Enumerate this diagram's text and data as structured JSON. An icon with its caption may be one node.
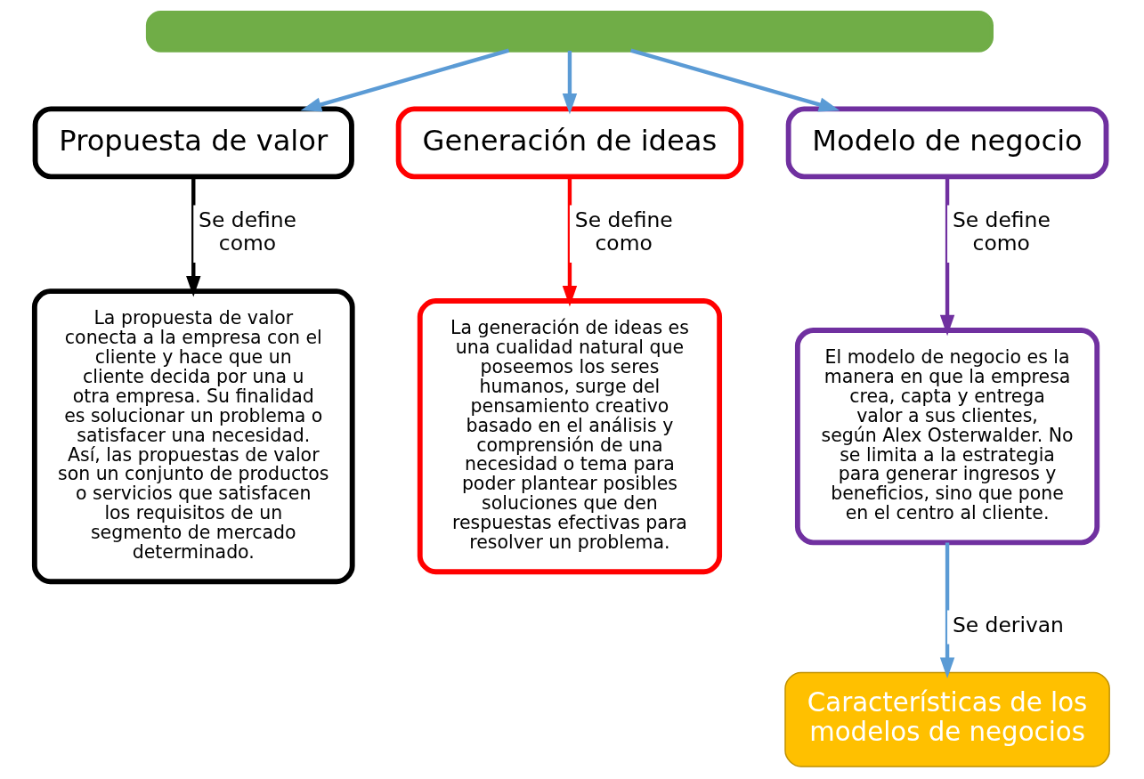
{
  "diagram": {
    "nodes": [
      {
        "text": [],
        "shape": "box"
      },
      {
        "text": [
          "Propuesta de valor"
        ]
      },
      {
        "text": [
          "Generación de ideas"
        ]
      },
      {
        "text": [
          "Modelo de negocio"
        ]
      },
      {
        "text": [
          "La propuesta de valor conecta a la empresa con el cliente y hace que un cliente decida por una u otra empresa. Su finalidad es solucionar un problema o satisfacer una necesidad. Así, las propuestas de valor son un conjunto de productos o servicios que satisfacen los requisitos de un segmento de mercado determinado."
        ]
      },
      {
        "text": [
          "La generación de ideas es una cualidad natural que poseemos los seres humanos, surge del pensamiento creativo basado en el análisis y comprensión de una necesidad o tema para poder plantear posibles soluciones que den respuestas efectivas para resolver un problema."
        ]
      },
      {
        "text": [
          "El modelo de negocio es la manera en que la empresa crea, capta y entrega valor a sus clientes, según Alex Osterwalder. No se limita a la estrategia para generar ingresos y beneficios, sino que pone en el centro al cliente."
        ]
      },
      {
        "text": [
          "Características de los modelos de negocios"
        ]
      }
    ],
    "edges": [
      {
        "from": 0,
        "to": 1,
        "arrow": "to",
        "color": "#5b9bd5"
      },
      {
        "from": 0,
        "to": 2,
        "arrow": "to",
        "color": "#5b9bd5"
      },
      {
        "from": 0,
        "to": 3,
        "arrow": "to",
        "color": "#5b9bd5"
      },
      {
        "from": 1,
        "to": 4,
        "arrow": "to",
        "label": "Se define como",
        "color": "#000000"
      },
      {
        "from": 2,
        "to": 5,
        "arrow": "to",
        "label": "Se define como",
        "color": "#ff0000"
      },
      {
        "from": 3,
        "to": 6,
        "arrow": "to",
        "label": "Se define como",
        "color": "#7030a0"
      },
      {
        "from": 6,
        "to": 7,
        "arrow": "to",
        "label": "Se derivan",
        "color": "#5b9bd5"
      }
    ]
  }
}
